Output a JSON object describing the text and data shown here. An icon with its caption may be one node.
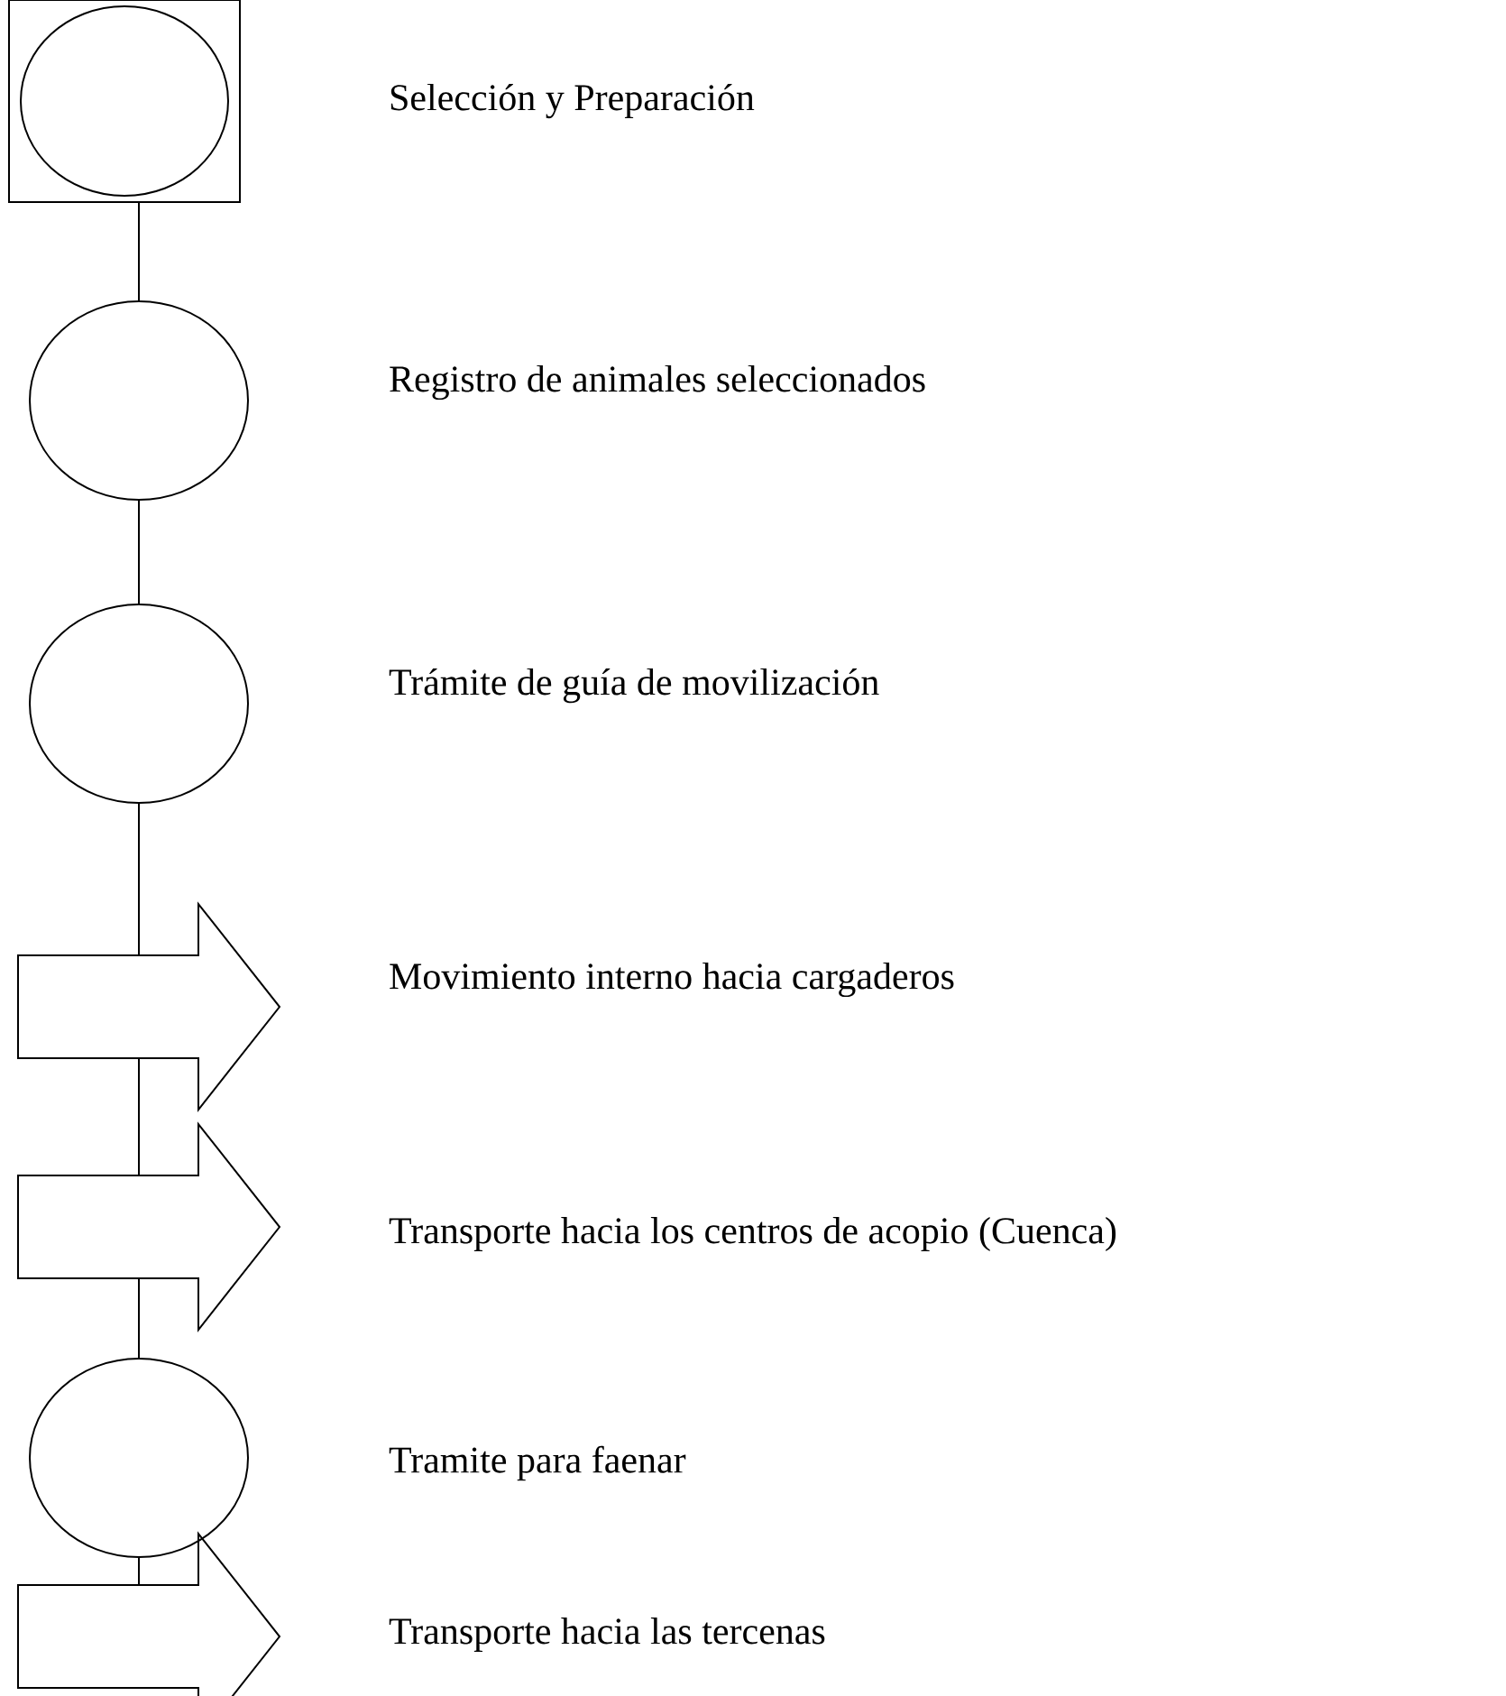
{
  "diagram": {
    "nodes": [
      {
        "text": [],
        "shape": "box",
        "beside": [
          "Selección y Preparación"
        ]
      },
      {
        "text": [],
        "shape": "circle",
        "beside": [
          "Registro de animales seleccionados"
        ]
      },
      {
        "text": [],
        "shape": "circle",
        "beside": [
          "Trámite de guía de movilización"
        ]
      },
      {
        "text": [],
        "shape": "arrow",
        "beside": [
          "Movimiento interno hacia cargaderos"
        ]
      },
      {
        "text": [],
        "shape": "arrow",
        "beside": [
          "Transporte hacia los centros de acopio (Cuenca)"
        ]
      },
      {
        "text": [],
        "shape": "circle",
        "beside": [
          "Tramite para faenar"
        ]
      },
      {
        "text": [],
        "shape": "arrow",
        "beside": [
          "Transporte hacia las tercenas"
        ]
      }
    ],
    "edges": [
      {
        "from": 0,
        "to": 1,
        "arrow": "none"
      },
      {
        "from": 1,
        "to": 2,
        "arrow": "none"
      },
      {
        "from": 2,
        "to": 3,
        "arrow": "none"
      },
      {
        "from": 3,
        "to": 4,
        "arrow": "none"
      },
      {
        "from": 4,
        "to": 5,
        "arrow": "none"
      },
      {
        "from": 5,
        "to": 6,
        "arrow": "none"
      }
    ]
  }
}
